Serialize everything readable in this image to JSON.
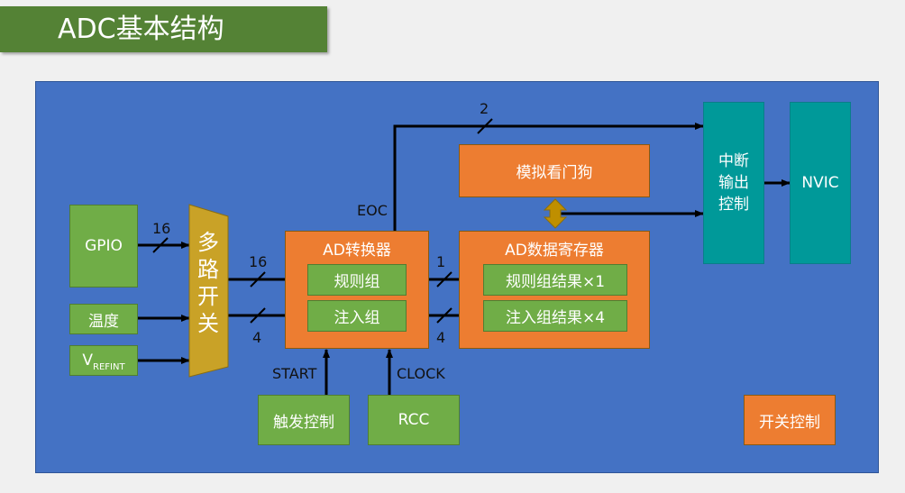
{
  "title": "ADC基本结构",
  "inputs": {
    "gpio": "GPIO",
    "temp": "温度",
    "vref_main": "V",
    "vref_sub": "REFINT"
  },
  "mux": {
    "chars": [
      "多",
      "路",
      "开",
      "关"
    ]
  },
  "adc": {
    "title": "AD转换器",
    "regular": "规则组",
    "injected": "注入组"
  },
  "data_reg": {
    "title": "AD数据寄存器",
    "regular": "规则组结果×1",
    "injected": "注入组结果×4"
  },
  "watchdog": "模拟看门狗",
  "interrupt": {
    "lines": [
      "中断",
      "输出",
      "控制"
    ]
  },
  "nvic": "NVIC",
  "trigger": "触发控制",
  "rcc": "RCC",
  "switch_ctrl": "开关控制",
  "signals": {
    "gpio_bus": "16",
    "mux_regular_bus": "16",
    "mux_injected_bus": "4",
    "regular_out_bus": "1",
    "injected_out_bus": "4",
    "eoc_bus": "2",
    "eoc": "EOC",
    "start": "START",
    "clock": "CLOCK"
  },
  "colors": {
    "panel": "#4472c4",
    "green": "#70ad47",
    "orange": "#ed7d31",
    "teal": "#009999",
    "mux": "#c9a227",
    "title_bar": "#548235"
  }
}
